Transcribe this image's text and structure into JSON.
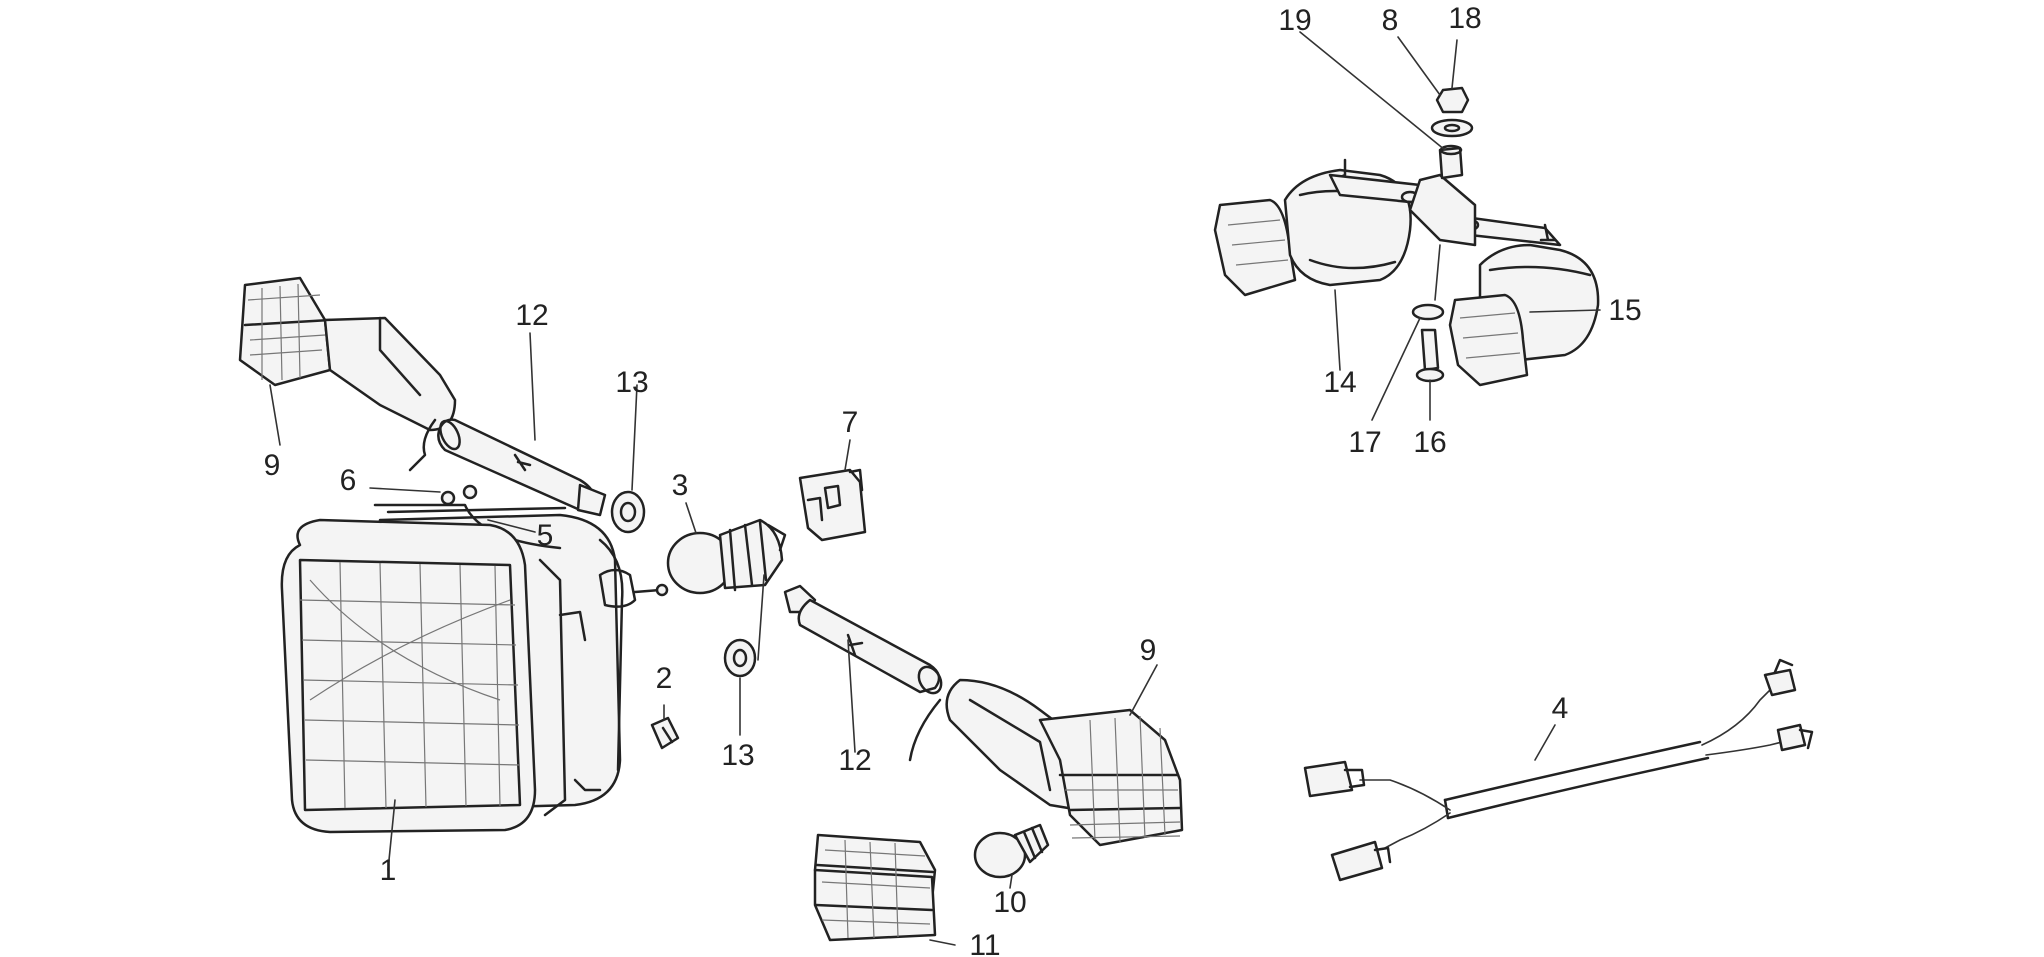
{
  "diagram": {
    "labels": {
      "l1": "1",
      "l2": "2",
      "l3": "3",
      "l4": "4",
      "l5": "5",
      "l6": "6",
      "l7": "7",
      "l8": "8",
      "l9a": "9",
      "l9b": "9",
      "l10": "10",
      "l11": "11",
      "l12a": "12",
      "l12b": "12",
      "l13a": "13",
      "l13b": "13",
      "l14": "14",
      "l15": "15",
      "l16": "16",
      "l17": "17",
      "l18": "18",
      "l19": "19"
    }
  }
}
